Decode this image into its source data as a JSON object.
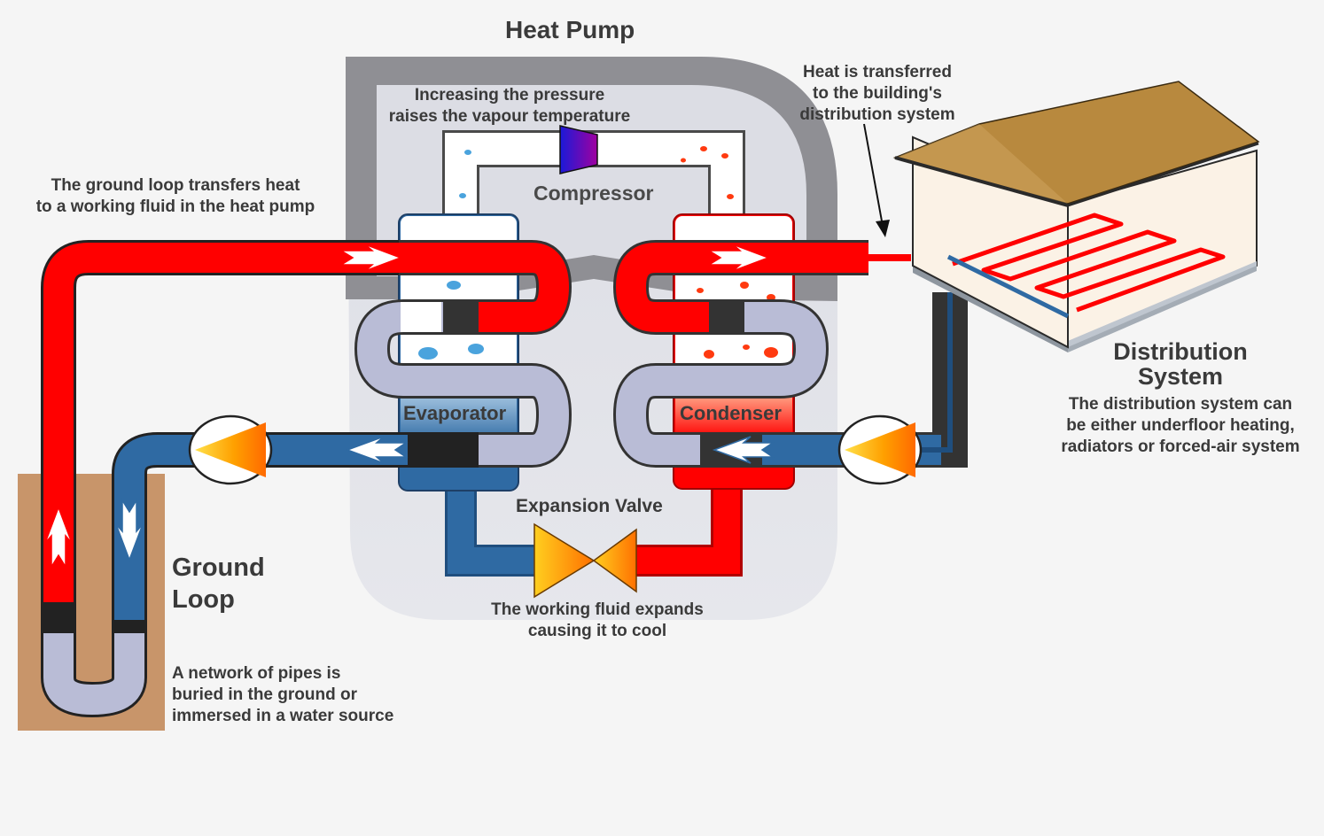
{
  "title": "Heat Pump",
  "labels": {
    "compressor_note_1": "Increasing the pressure",
    "compressor_note_2": "raises the vapour temperature",
    "compressor": "Compressor",
    "ground_loop_note_1": "The ground loop transfers heat",
    "ground_loop_note_2": "to a working fluid in the heat pump",
    "transfer_note_1": "Heat is transferred",
    "transfer_note_2": "to the building's",
    "transfer_note_3": "distribution system",
    "evaporator": "Evaporator",
    "condenser": "Condenser",
    "expansion_valve": "Expansion Valve",
    "expansion_note_1": "The working fluid expands",
    "expansion_note_2": "causing it to cool",
    "ground_loop_title_1": "Ground",
    "ground_loop_title_2": "Loop",
    "ground_loop_desc_1": "A network of pipes is",
    "ground_loop_desc_2": "buried in the ground or",
    "ground_loop_desc_3": "immersed in a water source",
    "distribution_title_1": "Distribution",
    "distribution_title_2": "System",
    "distribution_desc_1": "The distribution system can",
    "distribution_desc_2": "be either underfloor heating,",
    "distribution_desc_3": "radiators or forced-air system"
  },
  "colors": {
    "hot": "#ff0000",
    "cold": "#2f6aa3",
    "neutral": "#b9bcd6",
    "ground": "#c8956a",
    "roof": "#b8893e",
    "housing_dark": "#8f8f94",
    "housing_light": "#dcdde4"
  }
}
